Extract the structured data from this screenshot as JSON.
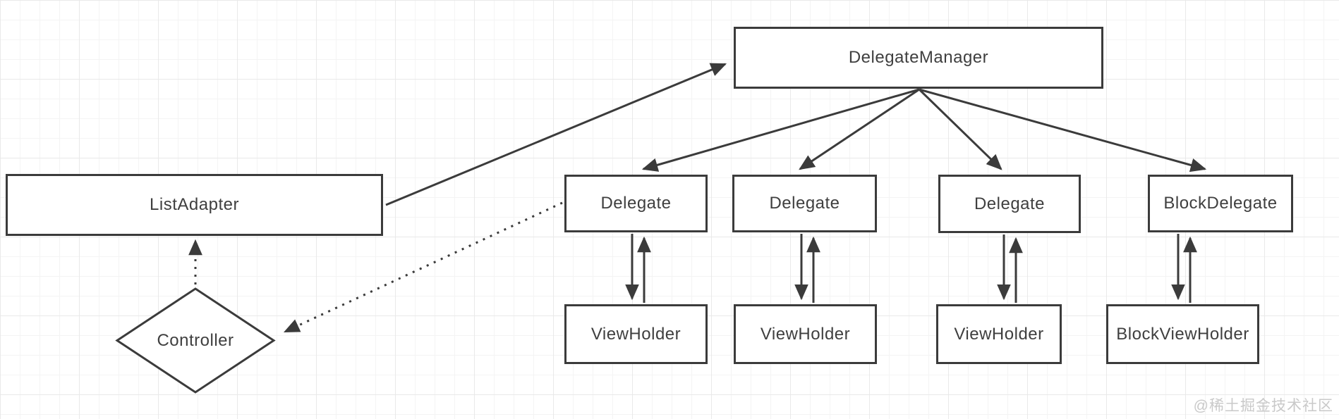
{
  "diagram": {
    "nodes": {
      "delegate_manager": {
        "label": "DelegateManager",
        "shape": "rectangle"
      },
      "list_adapter": {
        "label": "ListAdapter",
        "shape": "rectangle"
      },
      "controller": {
        "label": "Controller",
        "shape": "diamond"
      },
      "delegate_1": {
        "label": "Delegate",
        "shape": "rectangle"
      },
      "delegate_2": {
        "label": "Delegate",
        "shape": "rectangle"
      },
      "delegate_3": {
        "label": "Delegate",
        "shape": "rectangle"
      },
      "block_delegate": {
        "label": "BlockDelegate",
        "shape": "rectangle"
      },
      "view_holder_1": {
        "label": "ViewHolder",
        "shape": "rectangle"
      },
      "view_holder_2": {
        "label": "ViewHolder",
        "shape": "rectangle"
      },
      "view_holder_3": {
        "label": "ViewHolder",
        "shape": "rectangle"
      },
      "block_view_holder": {
        "label": "BlockViewHolder",
        "shape": "rectangle"
      }
    },
    "edges": [
      {
        "from": "ListAdapter",
        "to": "DelegateManager",
        "style": "solid",
        "arrow": "end"
      },
      {
        "from": "DelegateManager",
        "to": "Delegate (1)",
        "style": "solid",
        "arrow": "end"
      },
      {
        "from": "DelegateManager",
        "to": "Delegate (2)",
        "style": "solid",
        "arrow": "end"
      },
      {
        "from": "DelegateManager",
        "to": "Delegate (3)",
        "style": "solid",
        "arrow": "end"
      },
      {
        "from": "DelegateManager",
        "to": "BlockDelegate",
        "style": "solid",
        "arrow": "end"
      },
      {
        "from": "Delegate (1)",
        "to": "ViewHolder (1)",
        "style": "solid",
        "arrow": "both-pair"
      },
      {
        "from": "Delegate (2)",
        "to": "ViewHolder (2)",
        "style": "solid",
        "arrow": "both-pair"
      },
      {
        "from": "Delegate (3)",
        "to": "ViewHolder (3)",
        "style": "solid",
        "arrow": "both-pair"
      },
      {
        "from": "BlockDelegate",
        "to": "BlockViewHolder",
        "style": "solid",
        "arrow": "both-pair"
      },
      {
        "from": "Delegate (1)",
        "to": "Controller",
        "style": "dotted",
        "arrow": "end"
      },
      {
        "from": "Controller",
        "to": "ListAdapter",
        "style": "dotted",
        "arrow": "end"
      }
    ],
    "colors": {
      "stroke": "#3b3b3b",
      "node_fill": "#ffffff",
      "text": "#3f3f3f",
      "grid_minor": "#f4f4f4",
      "grid_major": "#e9e9e9",
      "watermark": "#c9c9c9"
    }
  },
  "watermark": {
    "text": "@稀土掘金技术社区"
  }
}
